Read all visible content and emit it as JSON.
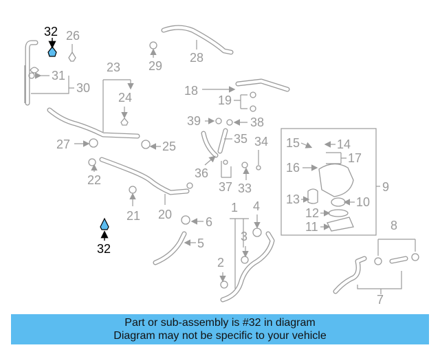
{
  "callouts": {
    "p1": "1",
    "p2": "2",
    "p3": "3",
    "p4": "4",
    "p5": "5",
    "p6": "6",
    "p7": "7",
    "p8": "8",
    "p9": "9",
    "p10": "10",
    "p11": "11",
    "p12": "12",
    "p13": "13",
    "p14": "14",
    "p15": "15",
    "p16": "16",
    "p17": "17",
    "p19": "19",
    "p20": "20",
    "p21": "21",
    "p22": "22",
    "p23": "23",
    "p24": "24",
    "p25": "25",
    "p26": "26",
    "p27": "27",
    "p28": "28",
    "p29": "29",
    "p30": "30",
    "p31": "31",
    "p32_top": "32",
    "p32_bottom": "32",
    "p33": "33",
    "p34": "34",
    "p35": "35",
    "p36": "36",
    "p37": "37",
    "p38": "38",
    "p39": "39",
    "p18": "18"
  },
  "highlight_part": "32",
  "colors": {
    "highlight_fill": "#5bbcf0",
    "banner_bg": "#5bbcf0",
    "line_gray": "#9a9a9a"
  },
  "banner": {
    "line1": "Part or sub-assembly is #32 in diagram",
    "line2": "Diagram may not be specific to your vehicle"
  }
}
